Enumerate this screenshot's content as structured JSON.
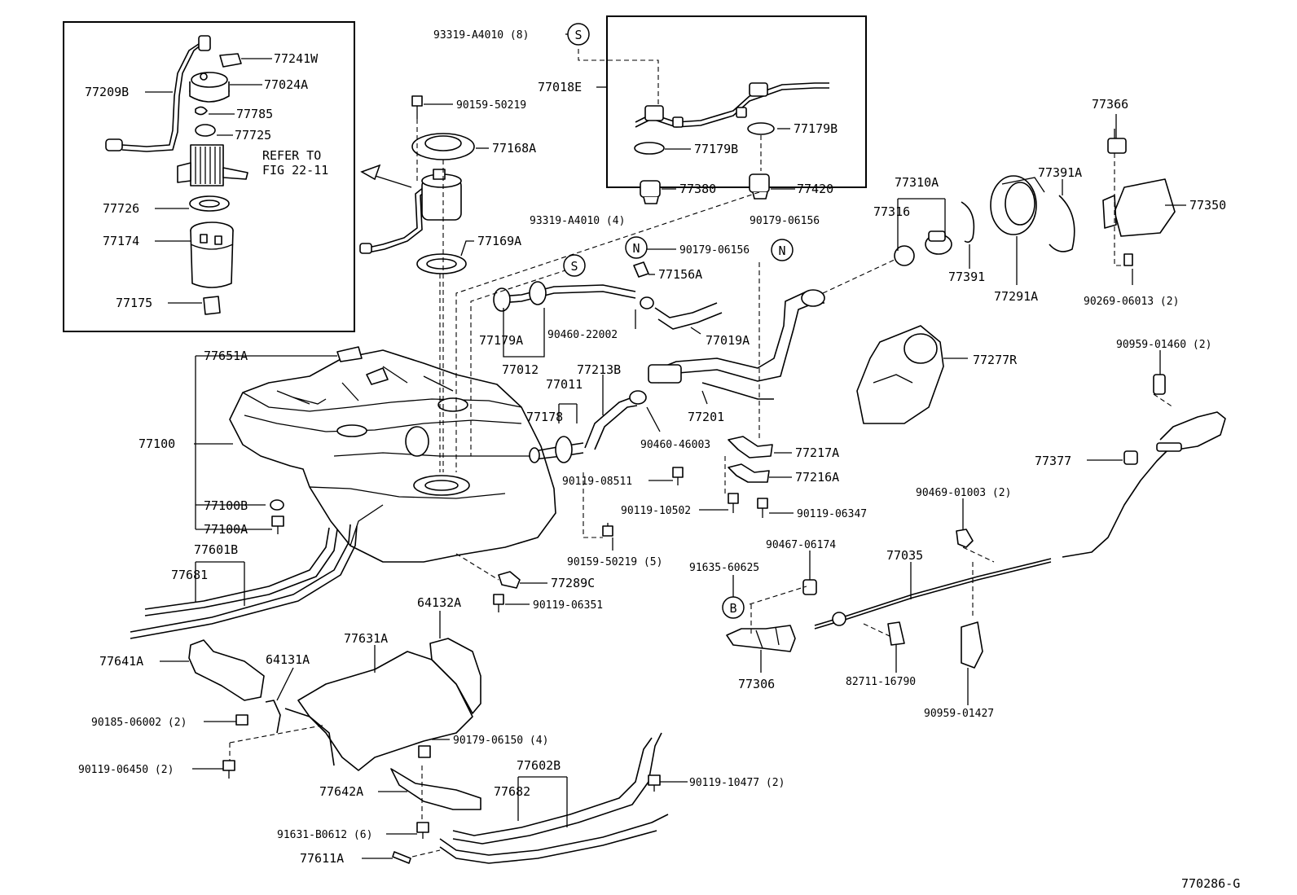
{
  "diagram_code": "770286-G",
  "callouts": {
    "s": "S",
    "n": "N",
    "b": "B"
  },
  "labels": {
    "p77241W": "77241W",
    "p77024A": "77024A",
    "p77209B": "77209B",
    "p77785": "77785",
    "p77725": "77725",
    "refer1": "REFER TO",
    "refer2": "FIG 22-11",
    "p77726": "77726",
    "p77174": "77174",
    "p77175": "77175",
    "p93319a": "93319-A4010 (8)",
    "p77018E": "77018E",
    "p77179Ba": "77179B",
    "p77179Bb": "77179B",
    "p90159a": "90159-50219",
    "p77168A": "77168A",
    "p77380": "77380",
    "p77420": "77420",
    "p93319b": "93319-A4010 (4)",
    "p90179a": "90179-06156",
    "p90179b": "90179-06156",
    "p77169A": "77169A",
    "p77156A": "77156A",
    "p77310A": "77310A",
    "p77316": "77316",
    "p77391A": "77391A",
    "p77366": "77366",
    "p77350": "77350",
    "p77391": "77391",
    "p77291A": "77291A",
    "p90269": "90269-06013 (2)",
    "p77179A": "77179A",
    "p90460a": "90460-22002",
    "p77019A": "77019A",
    "p77012": "77012",
    "p77651A": "77651A",
    "p77213B": "77213B",
    "p77011": "77011",
    "p77178": "77178",
    "p77201": "77201",
    "p77277R": "77277R",
    "p90959a": "90959-01460 (2)",
    "p77100": "77100",
    "p90460b": "90460-46003",
    "p77217A": "77217A",
    "p77216A": "77216A",
    "p77377": "77377",
    "p90119a": "90119-08511",
    "p90469": "90469-01003 (2)",
    "p77100B": "77100B",
    "p77100A": "77100A",
    "p90119b": "90119-10502",
    "p90119c": "90119-06347",
    "p90467": "90467-06174",
    "p77035": "77035",
    "p77601B": "77601B",
    "p90159b": "90159-50219 (5)",
    "p91635": "91635-60625",
    "p77681": "77681",
    "p77289C": "77289C",
    "p90119d": "90119-06351",
    "p64132A": "64132A",
    "p77631A": "77631A",
    "p77306": "77306",
    "p82711": "82711-16790",
    "p77641A": "77641A",
    "p64131A": "64131A",
    "p90959b": "90959-01427",
    "p90185": "90185-06002 (2)",
    "p90179c": "90179-06150 (4)",
    "p90119e": "90119-06450 (2)",
    "p77602B": "77602B",
    "p90119f": "90119-10477 (2)",
    "p77642A": "77642A",
    "p77682": "77682",
    "p91631": "91631-B0612 (6)",
    "p77611A": "77611A"
  }
}
